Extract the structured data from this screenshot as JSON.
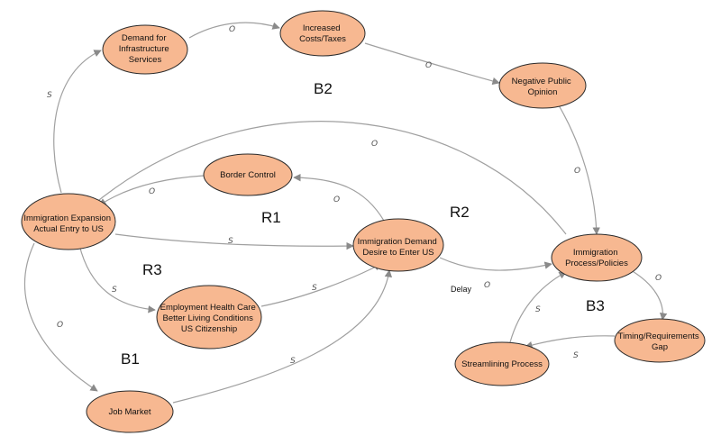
{
  "nodes": {
    "demand_infrastructure": [
      "Demand for",
      "Infrastructure",
      "Services"
    ],
    "increased_costs": [
      "Increased",
      "Costs/Taxes"
    ],
    "negative_opinion": [
      "Negative Public",
      "Opinion"
    ],
    "border_control": [
      "Border Control"
    ],
    "immigration_expansion": [
      "Immigration Expansion",
      "Actual Entry to US"
    ],
    "immigration_demand": [
      "Immigration Demand",
      "Desire to Enter US"
    ],
    "immigration_process": [
      "Immigration",
      "Process/Policies"
    ],
    "employment": [
      "Employment Health Care",
      "Better Living Conditions",
      "US Citizenship"
    ],
    "job_market": [
      "Job Market"
    ],
    "timing_gap": [
      "Timing/Requirements",
      "Gap"
    ],
    "streamlining": [
      "Streamlining Process"
    ]
  },
  "loops": {
    "b2": "B2",
    "r1": "R1",
    "r2": "R2",
    "r3": "R3",
    "b1": "B1",
    "b3": "B3"
  },
  "polarity": {
    "expansion_to_infrastructure": "S",
    "infrastructure_to_costs": "O",
    "costs_to_opinion": "O",
    "opinion_to_process": "O",
    "process_to_expansion": "O",
    "demand_to_border": "O",
    "border_to_expansion": "O",
    "expansion_to_demand": "S",
    "demand_to_process": "O",
    "expansion_to_employment": "S",
    "employment_to_demand": "S",
    "expansion_to_job_market": "O",
    "job_market_to_demand": "S",
    "process_to_timing": "O",
    "timing_to_streamlining": "S",
    "streamlining_to_process": "S"
  },
  "delay_label": "Delay",
  "colors": {
    "node_fill": "#f7b891",
    "node_stroke": "#2a2a2a",
    "edge": "#a0a0a0"
  }
}
